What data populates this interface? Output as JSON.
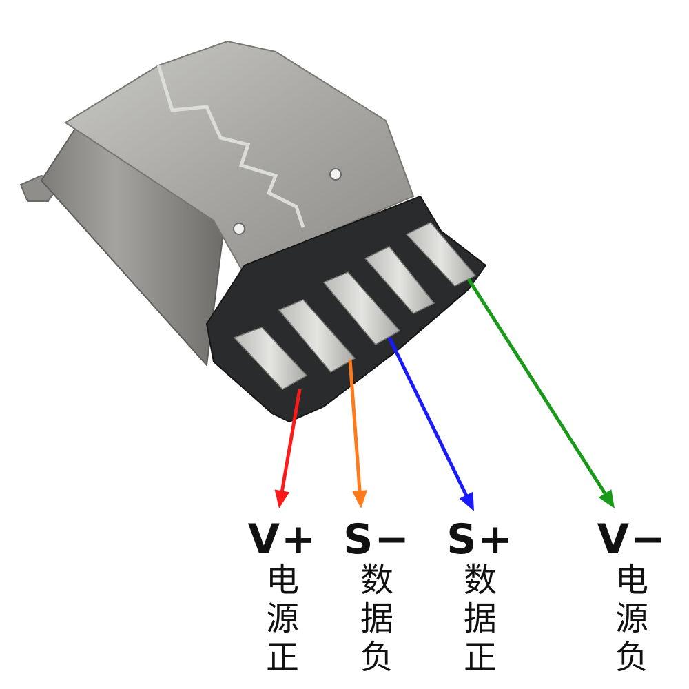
{
  "pins": [
    {
      "label": "V+",
      "desc": [
        "电",
        "源",
        "正"
      ],
      "color": "#ff1a1a"
    },
    {
      "label": "S−",
      "desc": [
        "数",
        "据",
        "负"
      ],
      "color": "#ff7a1a"
    },
    {
      "label": "S+",
      "desc": [
        "数",
        "据",
        "正"
      ],
      "color": "#1a1aff"
    },
    {
      "label": "V−",
      "desc": [
        "电",
        "源",
        "负"
      ],
      "color": "#1a9a1a"
    }
  ]
}
